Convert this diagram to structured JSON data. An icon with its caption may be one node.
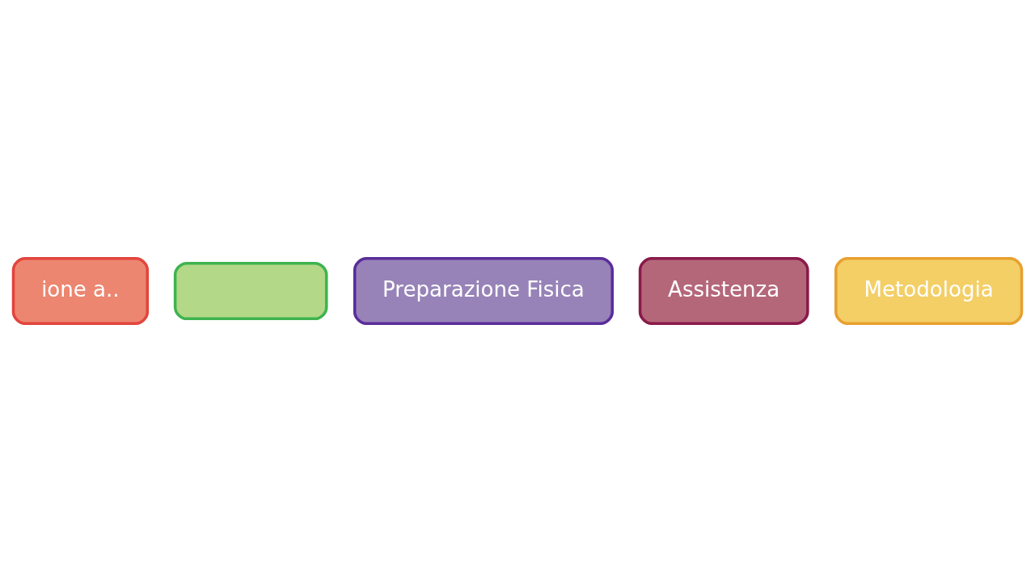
{
  "diagram": {
    "nodes": [
      {
        "text": [
          "ione a.."
        ]
      },
      {
        "text": [],
        "shape": "box"
      },
      {
        "text": [
          "Preparazione Fisica"
        ]
      },
      {
        "text": [
          "Assistenza"
        ]
      },
      {
        "text": [
          "Metodologia"
        ]
      }
    ]
  }
}
